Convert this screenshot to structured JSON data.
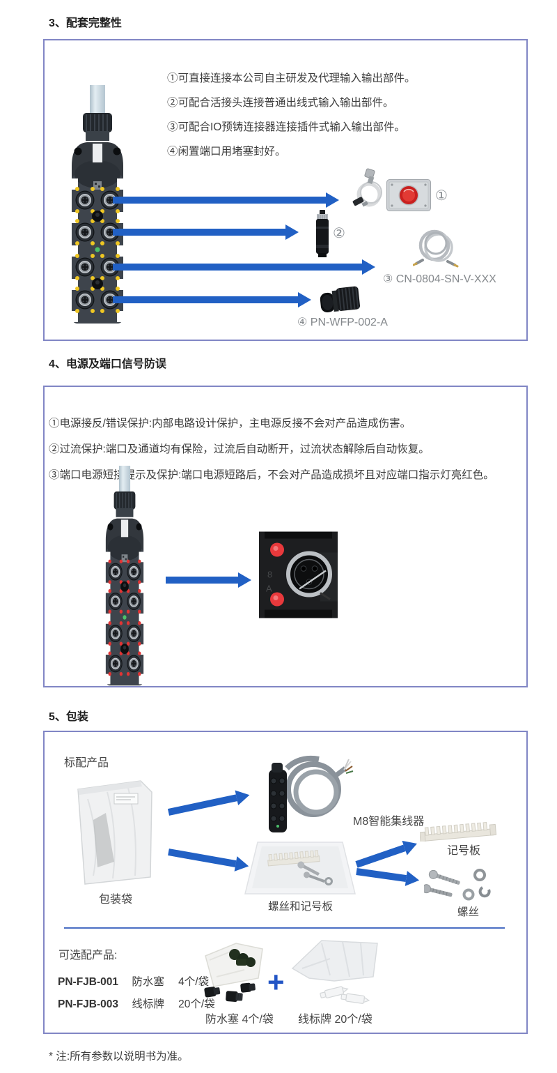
{
  "page": {
    "footer_note": "* 注:所有参数以说明书为准。"
  },
  "colors": {
    "arrow_blue": "#2160c4",
    "panel_border": "#8186c5",
    "divider_blue": "#4a6fc3",
    "led_yellow": "#eec623",
    "led_red": "#e23434",
    "led_green": "#4cc06a",
    "estop_red": "#c9201f",
    "plus_blue": "#2255c5"
  },
  "section3": {
    "heading": "3、配套完整性",
    "notes": [
      "①可直接连接本公司自主研发及代理输入输出部件。",
      "②可配合活接头连接普通出线式输入输出部件。",
      "③可配合IO预铸连接器连接插件式输入输出部件。",
      "④闲置端口用堵塞封好。"
    ],
    "accessories": [
      {
        "num": "①",
        "code": ""
      },
      {
        "num": "②",
        "code": ""
      },
      {
        "num": "③",
        "code": "CN-0804-SN-V-XXX"
      },
      {
        "num": "④",
        "code": "PN-WFP-002-A"
      }
    ]
  },
  "section4": {
    "heading": "4、电源及端口信号防误",
    "notes": [
      "①电源接反/错误保护:内部电路设计保护，主电源反接不会对产品造成伤害。",
      "②过流保护:端口及通道均有保险，过流后自动断开，过流状态解除后自动恢复。",
      "③端口电源短接提示及保护:端口电源短路后，不会对产品造成损坏且对应端口指示灯亮红色。"
    ]
  },
  "section5": {
    "heading": "5、包装",
    "standard_title": "标配产品",
    "labels": {
      "bag": "包装袋",
      "hub": "M8智能集线器",
      "tray": "螺丝和记号板",
      "comb": "记号板",
      "screws": "螺丝"
    },
    "optional_title": "可选配产品:",
    "optional_rows": [
      {
        "model": "PN-FJB-001",
        "name": "防水塞",
        "qty": "4个/袋"
      },
      {
        "model": "PN-FJB-003",
        "name": "线标牌",
        "qty": "20个/袋"
      }
    ],
    "plus": "+",
    "optional_labels": {
      "plug": "防水塞 4个/袋",
      "tag": "线标牌 20个/袋"
    }
  }
}
